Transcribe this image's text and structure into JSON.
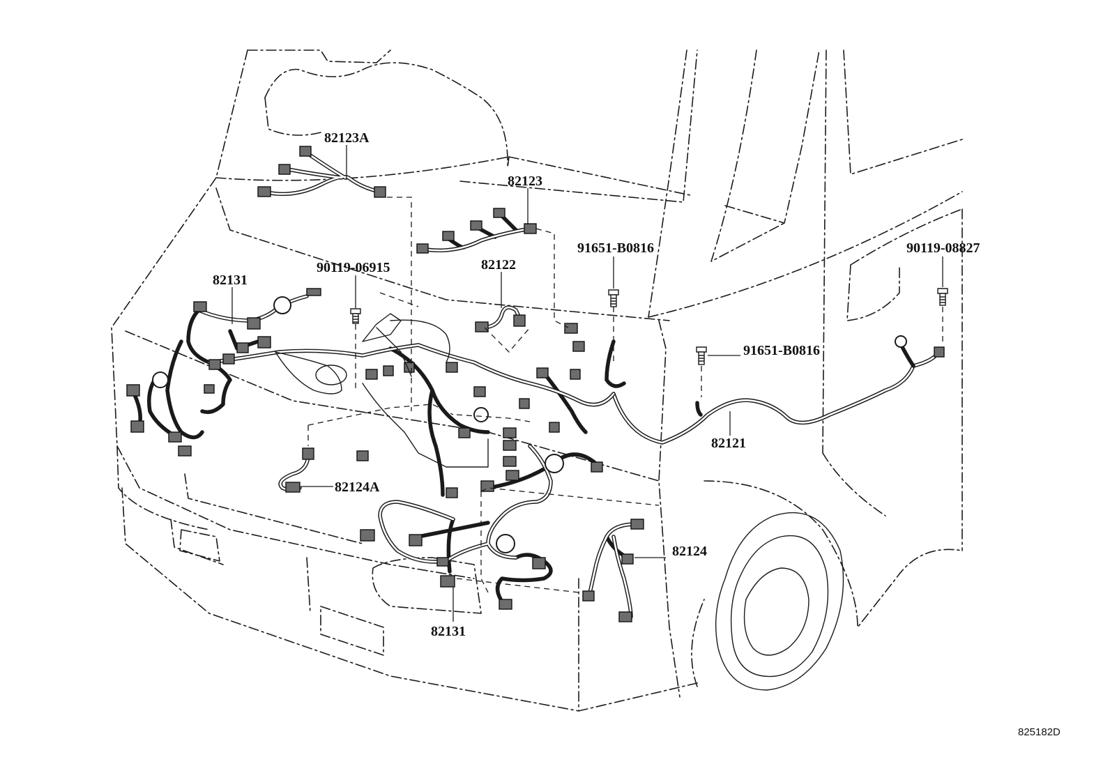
{
  "diagram": {
    "labels": {
      "harness_82123A": "82123A",
      "harness_82123": "82123",
      "harness_82122": "82122",
      "harness_82131_upper": "82131",
      "harness_82131_lower": "82131",
      "harness_82124A": "82124A",
      "harness_82124": "82124",
      "harness_82121": "82121",
      "bolt_90119_06915": "90119-06915",
      "clip_91651_B0816_upper": "91651-B0816",
      "clip_91651_B0816_right": "91651-B0816",
      "bolt_90119_08827": "90119-08827"
    },
    "figure_code": "825182D"
  }
}
